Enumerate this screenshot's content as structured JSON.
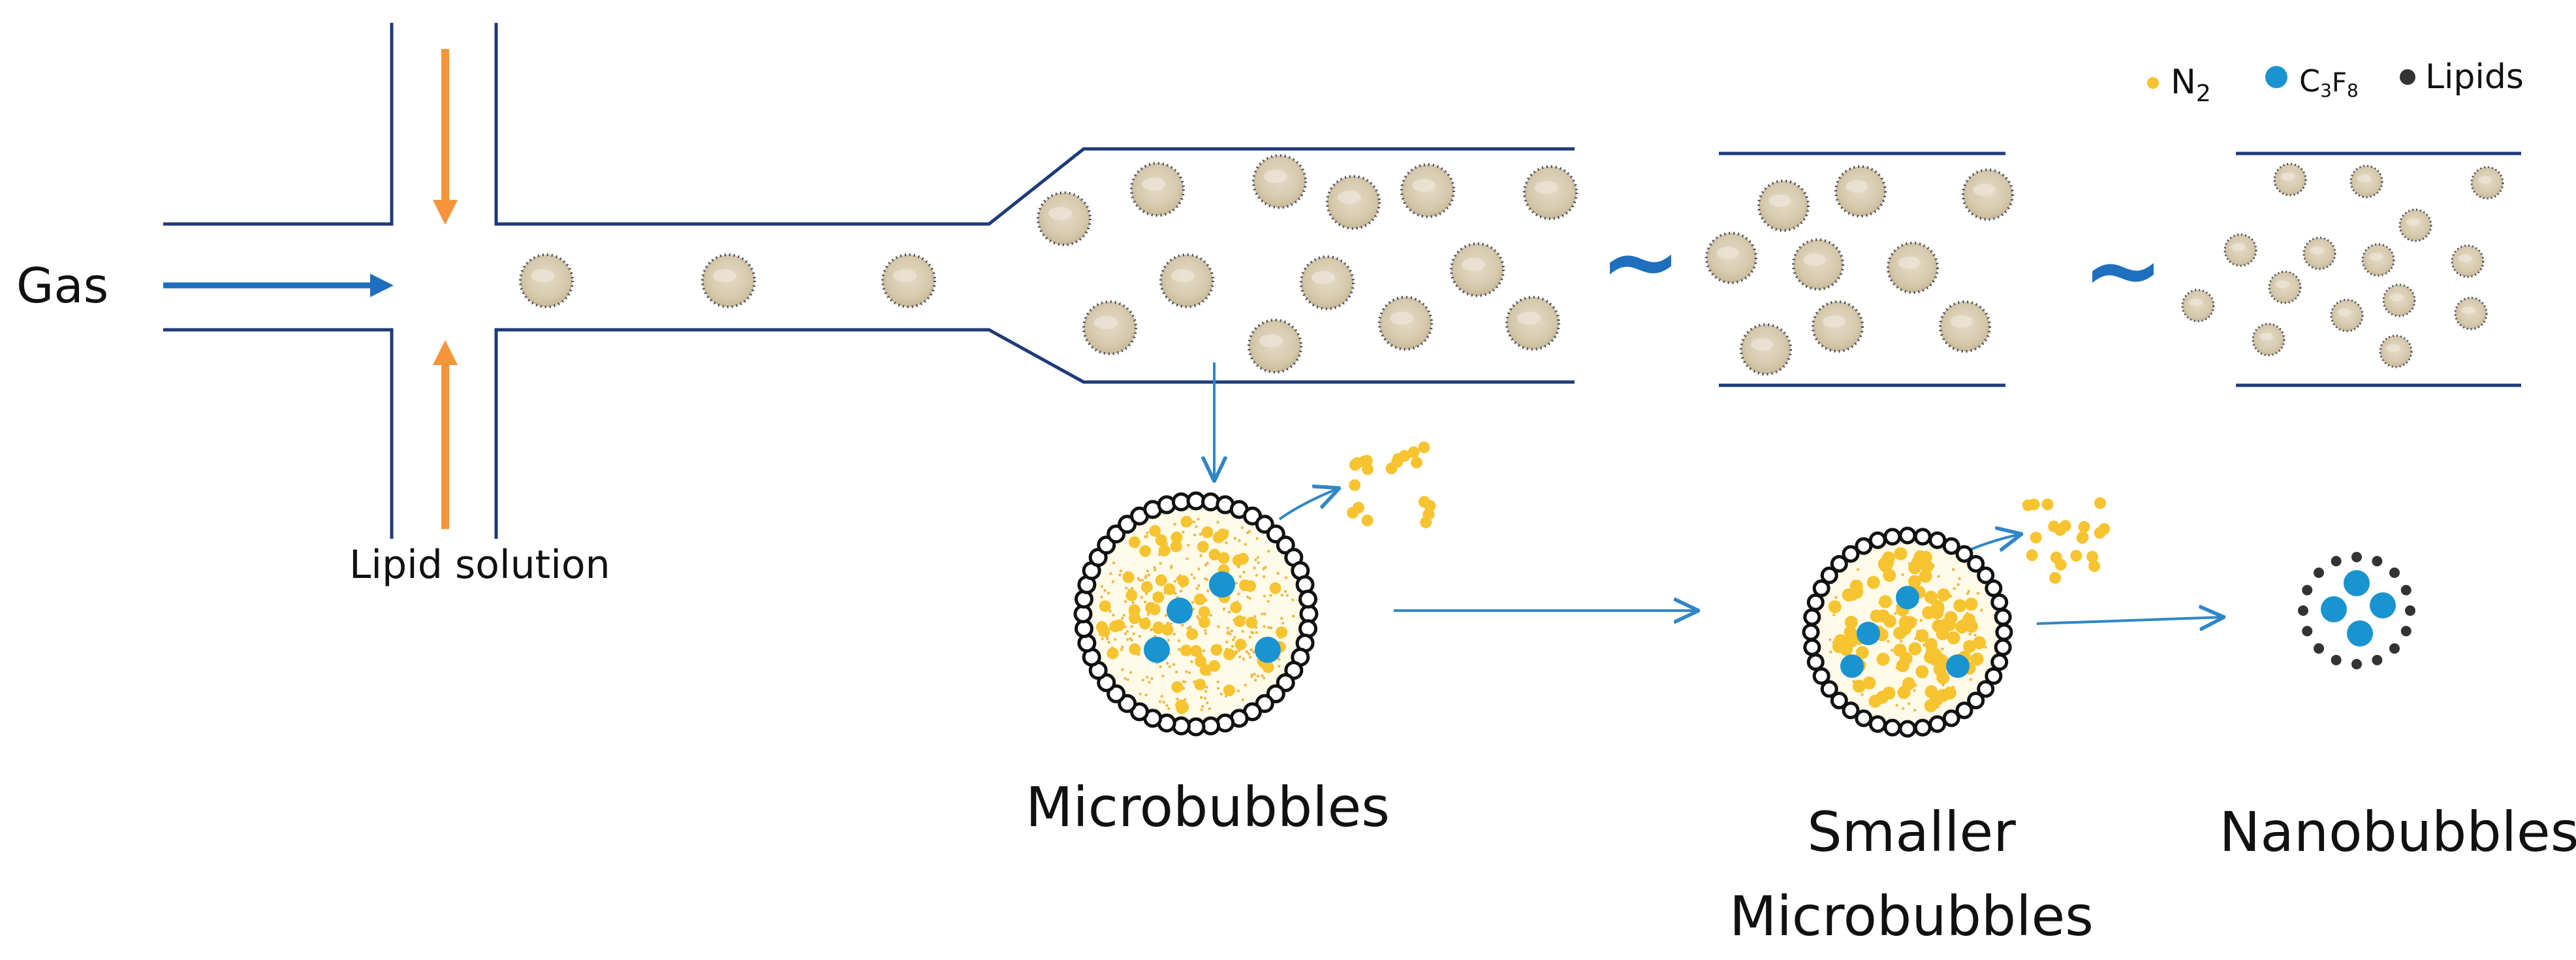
{
  "labels": {
    "gas": "Gas",
    "lipid_solution": "Lipid solution",
    "microbubbles": "Microbubbles",
    "smaller_1": "Smaller",
    "smaller_2": "Microbubbles",
    "nanobubbles": "Nanobubbles",
    "tilde": "~"
  },
  "legend": [
    {
      "key": "n2",
      "main": "N",
      "sub": "2",
      "sub2": "",
      "sub3": "",
      "color": "#f7c431"
    },
    {
      "key": "c3f8",
      "main": "C",
      "sub": "3",
      "sub2": "F",
      "sub3": "8",
      "color": "#1a93d1"
    },
    {
      "key": "lipids",
      "main": "Lipids",
      "sub": "",
      "sub2": "",
      "sub3": "",
      "color": "#333333"
    }
  ],
  "colors": {
    "channel": "#1f3a7a",
    "gas_arrow": "#1e6fbd",
    "lipid_arrow": "#f5943b",
    "thin_arrow": "#2f86c8",
    "bubble_fill": "#d8cbb0",
    "bubble_dot": "#404a5e",
    "n2": "#f7c431",
    "c3f8": "#1a93d1",
    "lipid": "#333333"
  }
}
